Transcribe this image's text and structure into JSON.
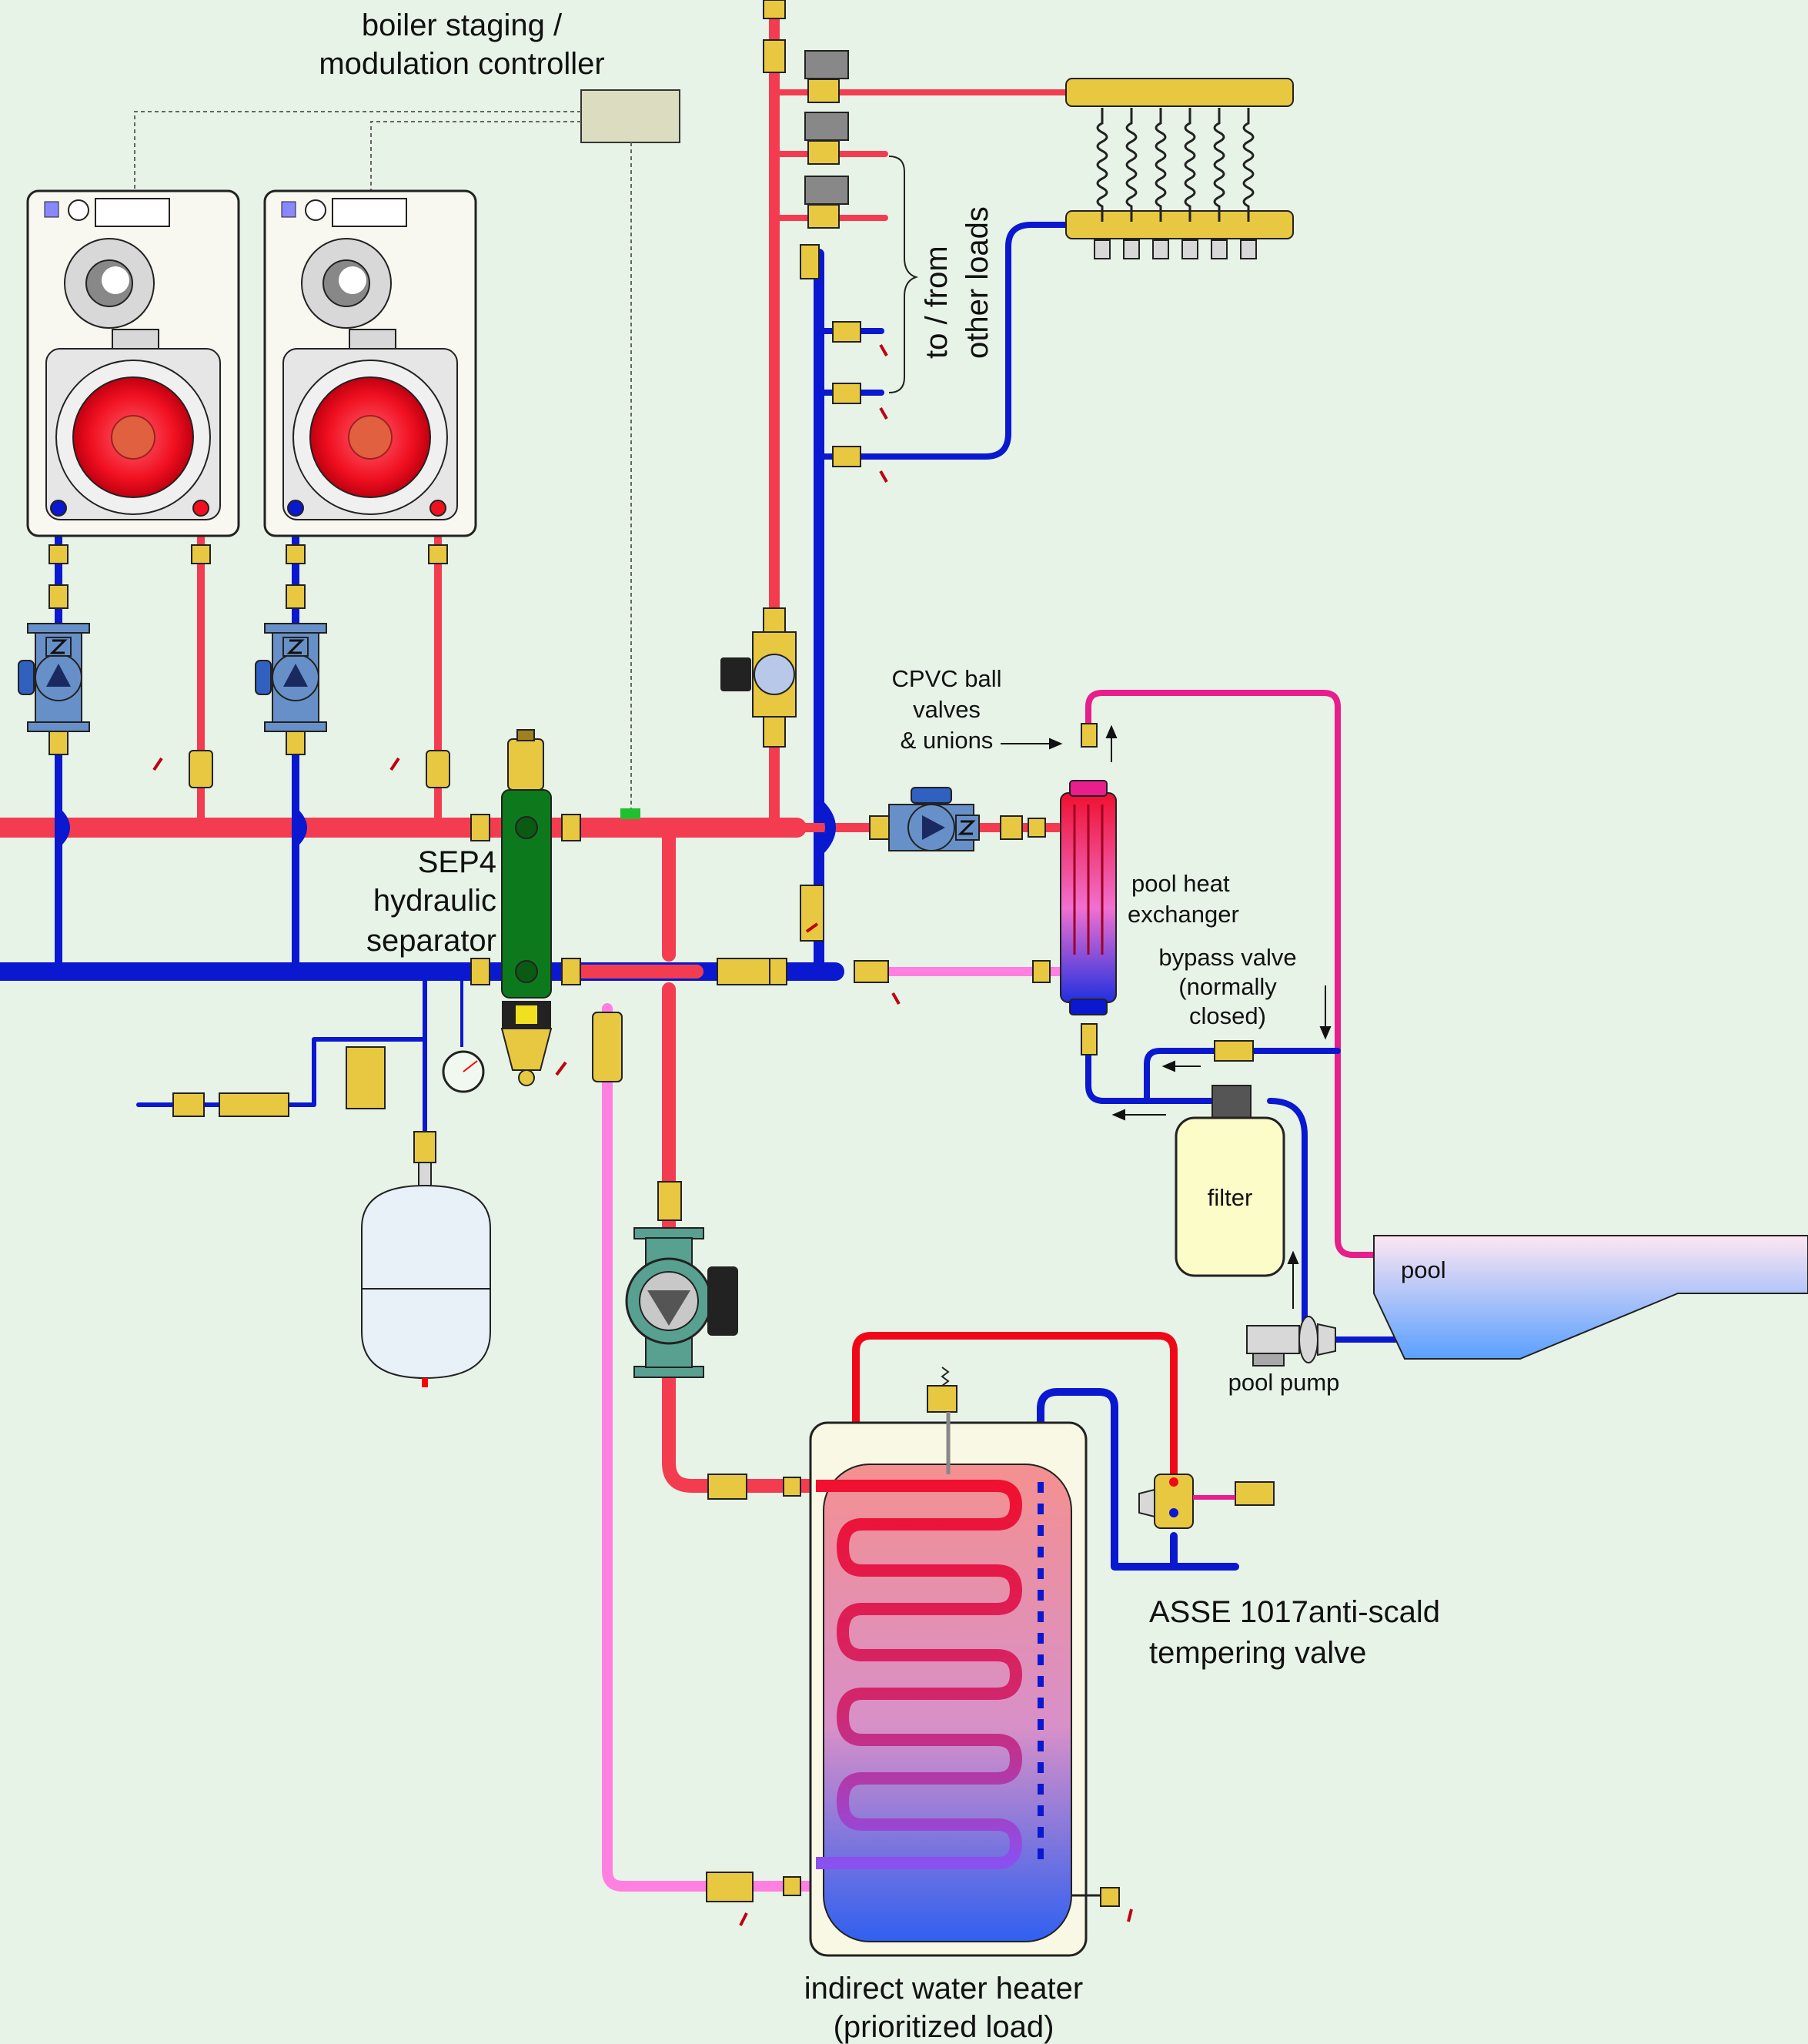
{
  "labels": {
    "controller_line1": "boiler staging /",
    "controller_line2": "modulation controller",
    "other_loads_line1": "to / from",
    "other_loads_line2": "other  loads",
    "cpvc_line1": "CPVC ball",
    "cpvc_line2": "valves",
    "cpvc_line3": "& unions",
    "sep4_line1": "SEP4",
    "sep4_line2": "hydraulic",
    "sep4_line3": "separator",
    "pool_hx_line1": "pool heat",
    "pool_hx_line2": "exchanger",
    "bypass_line1": "bypass valve",
    "bypass_line2": "(normally",
    "bypass_line3": "closed)",
    "filter": "filter",
    "pool": "pool",
    "pool_pump": "pool pump",
    "tempering_line1": "ASSE 1017anti-scald",
    "tempering_line2": "tempering valve",
    "heater_line1": "indirect water heater",
    "heater_line2": "(prioritized load)"
  },
  "colors": {
    "background": "#e8f3e8",
    "supply_red": "#f43c50",
    "return_blue": "#0a18d0",
    "pool_loop_magenta": "#e81e8c",
    "dhw_return_pink": "#ff80e0",
    "brass": "#e8c840",
    "separator_green": "#0c7a1c",
    "boiler_cabinet": "#f8f8f0"
  }
}
